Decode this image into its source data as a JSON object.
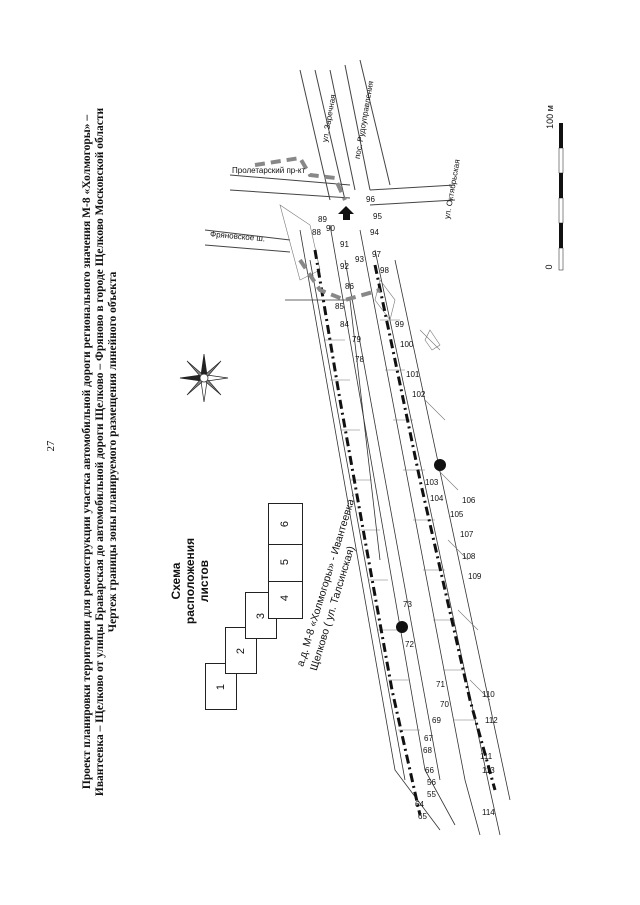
{
  "page_number": "27",
  "title": {
    "line1": "Проект планировки территории для реконструкции участка автомобильной дороги регионального значения М-8 «Холмогоры» –",
    "line2": "Ивантеевка – Щелково от улицы Браварская до автомобильной дороги Щелково – Фряново в городе Щелково Московской области",
    "line3": "Чертеж границы зоны планируемого размещения линейного объекта"
  },
  "sheet_layout": {
    "heading": [
      "Схема",
      "расположения",
      "листов"
    ],
    "sheets": [
      "1",
      "2",
      "3",
      "4",
      "5",
      "6"
    ]
  },
  "road_label": {
    "line1": "а.д. М-8 «Холмогоры» - Ивантеевка -",
    "line2": "Щелково  ( ул. Талсинская)"
  },
  "streets": {
    "zarechnaya": "ул. Заречная",
    "rudoupravleniya": "пос. Рудоуправления",
    "proletarsky": "Пролетарский пр-кт",
    "fryanovskoe": "Фряновское ш.",
    "oktyabrskaya": "ул. Октябрьская"
  },
  "scale_bar": {
    "zero": "0",
    "max": "100 м"
  },
  "point_labels": [
    "55",
    "56",
    "64",
    "65",
    "66",
    "67",
    "68",
    "69",
    "70",
    "71",
    "72",
    "73",
    "78",
    "79",
    "84",
    "85",
    "86",
    "88",
    "89",
    "90",
    "91",
    "92",
    "93",
    "94",
    "95",
    "96",
    "97",
    "98",
    "99",
    "100",
    "101",
    "102",
    "103",
    "104",
    "105",
    "106",
    "107",
    "108",
    "109",
    "110",
    "111",
    "112",
    "113",
    "114"
  ]
}
